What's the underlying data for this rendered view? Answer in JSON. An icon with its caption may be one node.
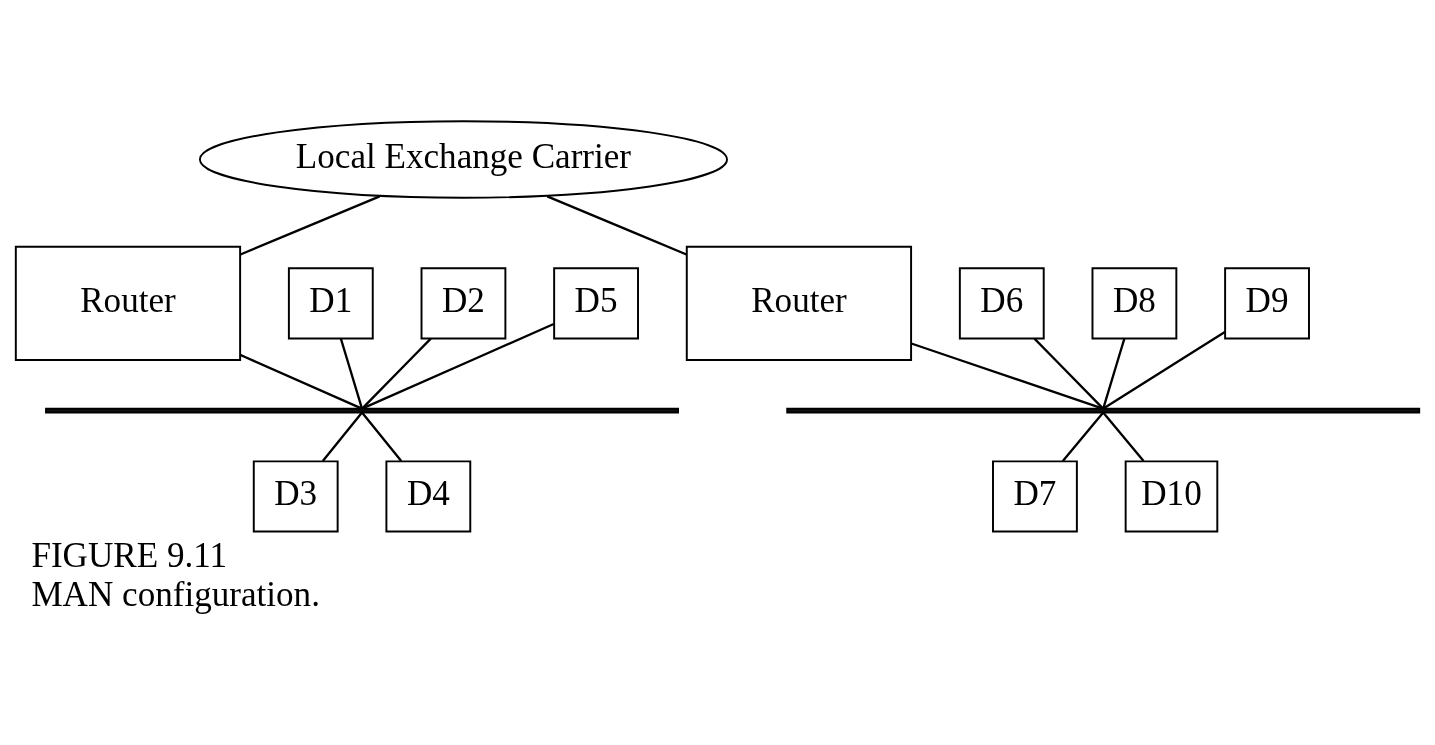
{
  "diagram": {
    "title": "FIGURE 9.11",
    "caption": "MAN configuration.",
    "nodes": [
      {
        "text": [
          "Local Exchange Carrier"
        ]
      },
      {
        "text": [
          "Router"
        ]
      },
      {
        "text": [
          "Router"
        ]
      },
      {
        "text": [],
        "shape": "bar"
      },
      {
        "text": [],
        "shape": "bar"
      },
      {
        "text": [
          "D1"
        ]
      },
      {
        "text": [
          "D2"
        ]
      },
      {
        "text": [
          "D5"
        ]
      },
      {
        "text": [
          "D6"
        ]
      },
      {
        "text": [
          "D8"
        ]
      },
      {
        "text": [
          "D9"
        ]
      },
      {
        "text": [
          "D3"
        ]
      },
      {
        "text": [
          "D4"
        ]
      },
      {
        "text": [
          "D7"
        ]
      },
      {
        "text": [
          "D10"
        ]
      }
    ],
    "edges": [
      {
        "from": 0,
        "to": 1,
        "arrow": "none"
      },
      {
        "from": 0,
        "to": 2,
        "arrow": "none"
      },
      {
        "from": 1,
        "to": 3,
        "arrow": "none"
      },
      {
        "from": 2,
        "to": 4,
        "arrow": "none"
      },
      {
        "from": 5,
        "to": 3,
        "arrow": "none"
      },
      {
        "from": 6,
        "to": 3,
        "arrow": "none"
      },
      {
        "from": 7,
        "to": 3,
        "arrow": "none"
      },
      {
        "from": 8,
        "to": 4,
        "arrow": "none"
      },
      {
        "from": 9,
        "to": 4,
        "arrow": "none"
      },
      {
        "from": 10,
        "to": 4,
        "arrow": "none"
      },
      {
        "from": 3,
        "to": 11,
        "arrow": "none"
      },
      {
        "from": 3,
        "to": 12,
        "arrow": "none"
      },
      {
        "from": 4,
        "to": 13,
        "arrow": "none"
      },
      {
        "from": 4,
        "to": 14,
        "arrow": "none"
      }
    ]
  }
}
